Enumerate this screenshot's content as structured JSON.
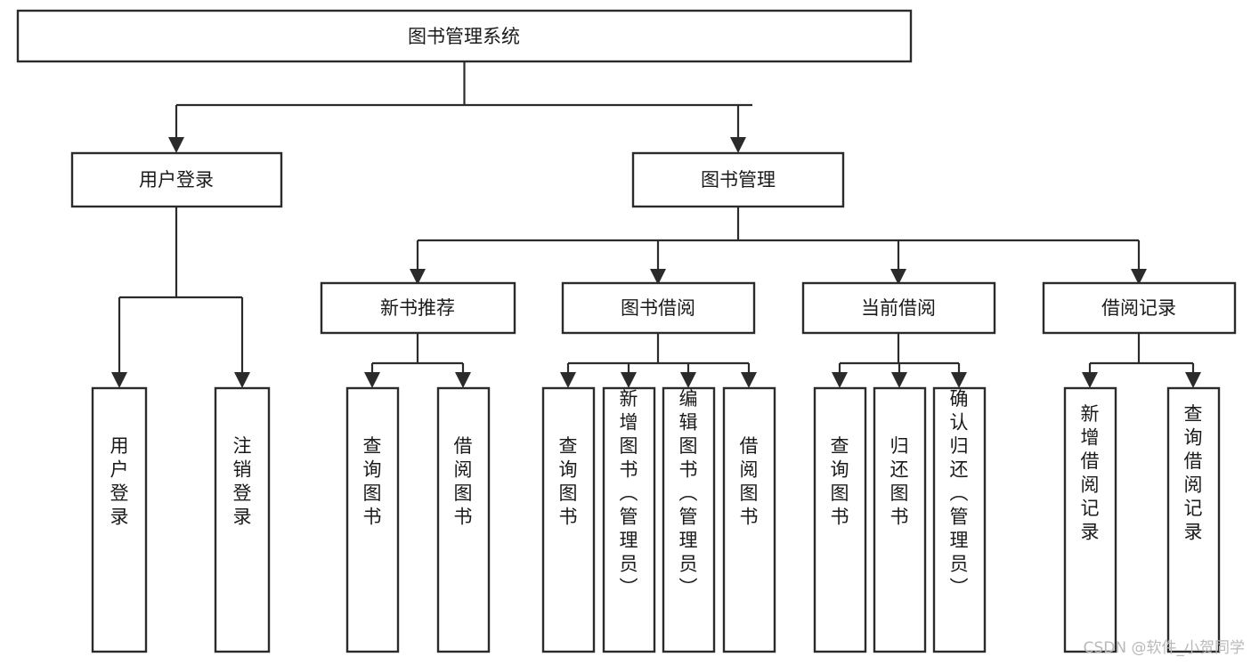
{
  "diagram": {
    "title": "图书管理系统",
    "watermark": "CSDN @软件_小贺同学",
    "colors": {
      "box_stroke": "#2b2b2b",
      "box_fill": "#ffffff",
      "connector": "#2b2b2b",
      "text": "#1a1a1a",
      "watermark": "#b9b9b9",
      "background": "#ffffff"
    },
    "levels": {
      "level0": "系统",
      "level1": "模块",
      "level2": "子模块",
      "level3": "功能"
    },
    "nodes": {
      "root": {
        "label": "图书管理系统"
      },
      "user_login": {
        "label": "用户登录"
      },
      "book_manage": {
        "label": "图书管理"
      },
      "new_book_rec": {
        "label": "新书推荐"
      },
      "book_borrow": {
        "label": "图书借阅"
      },
      "current_borrow": {
        "label": "当前借阅"
      },
      "borrow_record": {
        "label": "借阅记录"
      },
      "leaf_user_login": {
        "label": "用户登录"
      },
      "leaf_logout": {
        "label": "注销登录"
      },
      "leaf_query_book_1": {
        "label": "查询图书"
      },
      "leaf_borrow_book_1": {
        "label": "借阅图书"
      },
      "leaf_query_book_2": {
        "label": "查询图书"
      },
      "leaf_add_book_admin": {
        "label": "新增图书（管理员）"
      },
      "leaf_edit_book_admin": {
        "label": "编辑图书（管理员）"
      },
      "leaf_borrow_book_2": {
        "label": "借阅图书"
      },
      "leaf_query_book_3": {
        "label": "查询图书"
      },
      "leaf_return_book": {
        "label": "归还图书"
      },
      "leaf_confirm_return_admin": {
        "label": "确认归还（管理员）"
      },
      "leaf_add_record": {
        "label": "新增借阅记录"
      },
      "leaf_query_record": {
        "label": "查询借阅记录"
      }
    },
    "edges": [
      {
        "from": "root",
        "to": "user_login"
      },
      {
        "from": "root",
        "to": "book_manage"
      },
      {
        "from": "user_login",
        "to": "leaf_user_login"
      },
      {
        "from": "user_login",
        "to": "leaf_logout"
      },
      {
        "from": "book_manage",
        "to": "new_book_rec"
      },
      {
        "from": "book_manage",
        "to": "book_borrow"
      },
      {
        "from": "book_manage",
        "to": "current_borrow"
      },
      {
        "from": "book_manage",
        "to": "borrow_record"
      },
      {
        "from": "new_book_rec",
        "to": "leaf_query_book_1"
      },
      {
        "from": "new_book_rec",
        "to": "leaf_borrow_book_1"
      },
      {
        "from": "book_borrow",
        "to": "leaf_query_book_2"
      },
      {
        "from": "book_borrow",
        "to": "leaf_add_book_admin"
      },
      {
        "from": "book_borrow",
        "to": "leaf_edit_book_admin"
      },
      {
        "from": "book_borrow",
        "to": "leaf_borrow_book_2"
      },
      {
        "from": "current_borrow",
        "to": "leaf_query_book_3"
      },
      {
        "from": "current_borrow",
        "to": "leaf_return_book"
      },
      {
        "from": "current_borrow",
        "to": "leaf_confirm_return_admin"
      },
      {
        "from": "borrow_record",
        "to": "leaf_add_record"
      },
      {
        "from": "borrow_record",
        "to": "leaf_query_record"
      }
    ]
  }
}
